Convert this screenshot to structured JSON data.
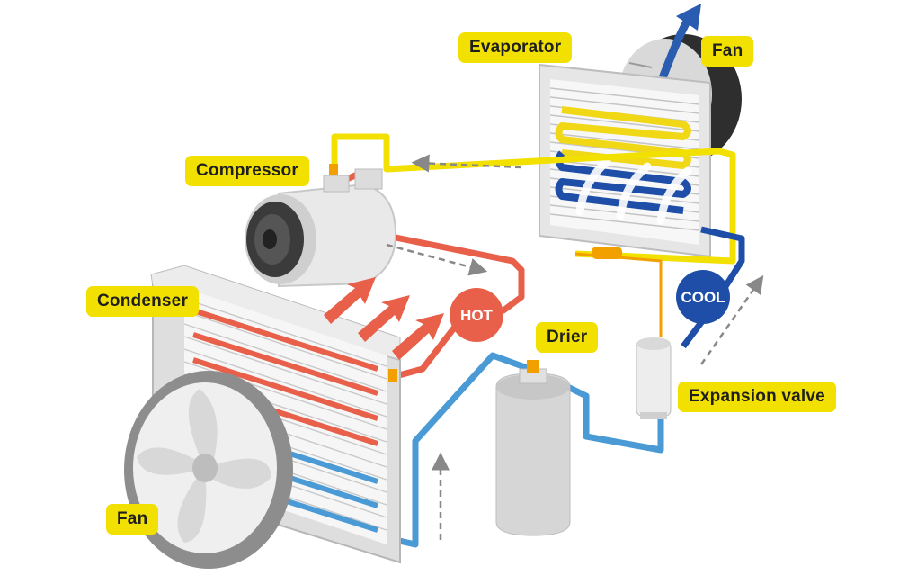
{
  "labels": {
    "evaporator": "Evaporator",
    "fan_top": "Fan",
    "compressor": "Compressor",
    "condenser": "Condenser",
    "drier": "Drier",
    "expansion_valve": "Expansion valve",
    "fan_bottom": "Fan"
  },
  "badges": {
    "hot": "HOT",
    "cool": "COOL"
  },
  "colors": {
    "label_bg": "#f2e100",
    "hot_pipe": "#e8604a",
    "cool_pipe": "#1f4ea8",
    "liquid_pipe": "#4a9ad6",
    "low_pressure_pipe": "#f2e100",
    "hot_badge": "#e8604a",
    "cool_badge": "#1f4ea8"
  }
}
